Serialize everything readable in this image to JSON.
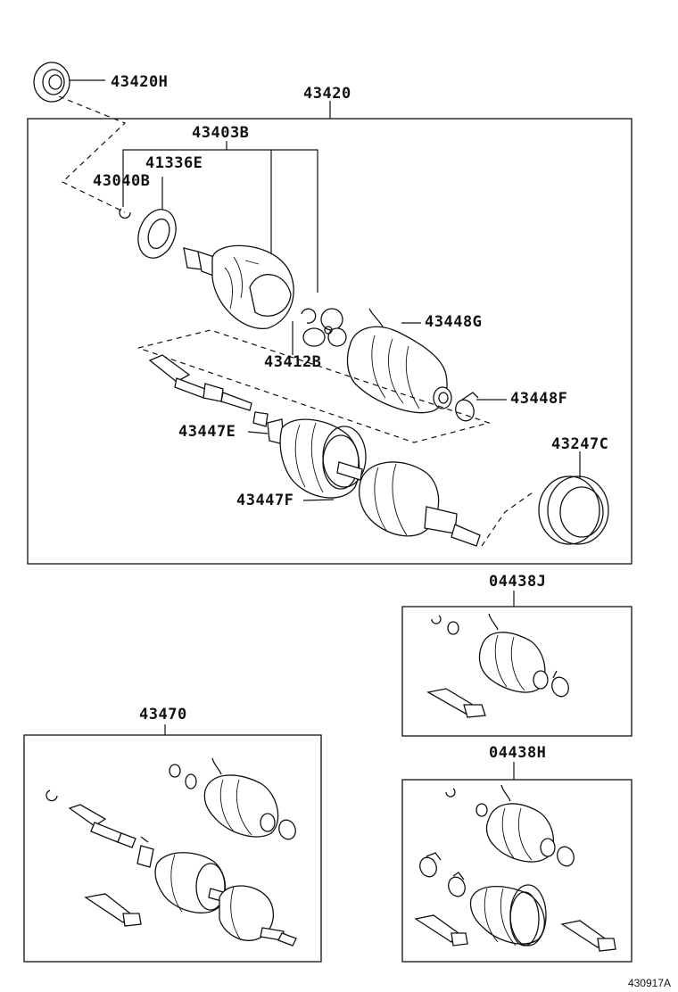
{
  "labels": {
    "p43420H": "43420H",
    "p43420": "43420",
    "p43403B": "43403B",
    "p41336E": "41336E",
    "p43040B": "43040B",
    "p43448G": "43448G",
    "p43412B": "43412B",
    "p43448F": "43448F",
    "p43447E": "43447E",
    "p43247C": "43247C",
    "p43447F": "43447F",
    "p04438J": "04438J",
    "p43470": "43470",
    "p04438H": "04438H"
  },
  "diagram_code": "430917A"
}
